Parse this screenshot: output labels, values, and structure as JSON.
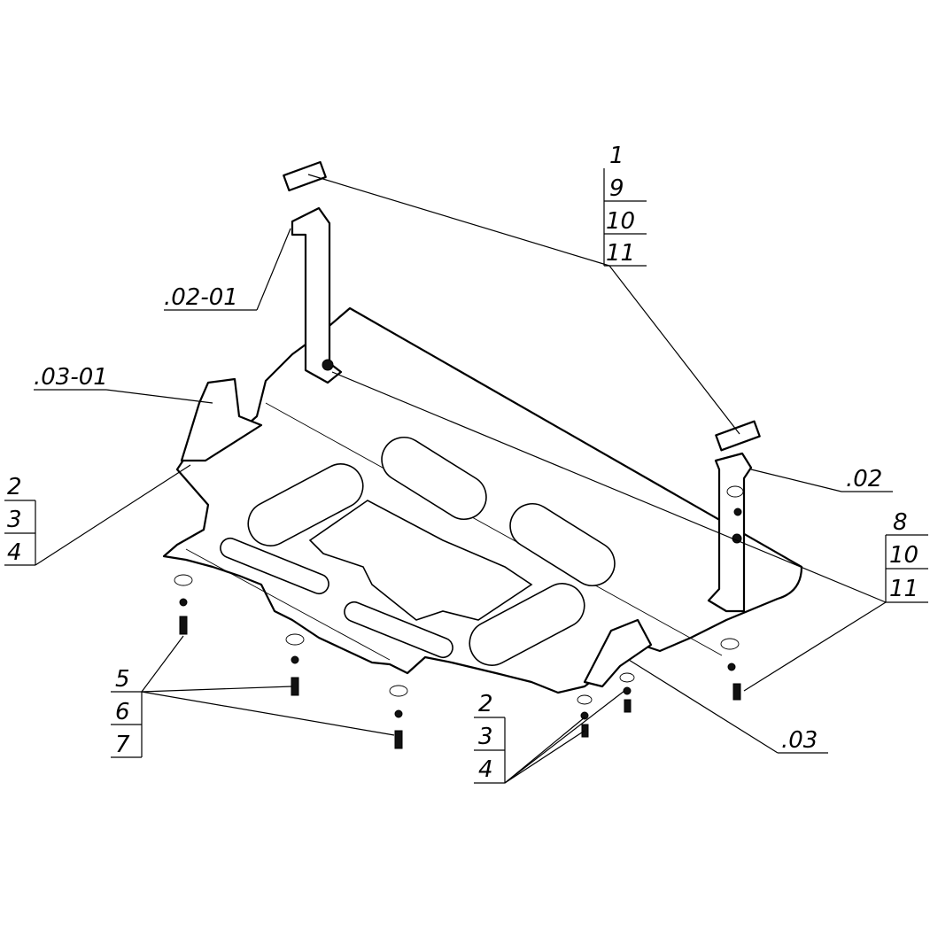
{
  "labels": {
    "top_right_stack": [
      "1",
      "9",
      "10",
      "11"
    ],
    "bracket_left": ".02-01",
    "bracket_left_lower": ".03-01",
    "bracket_right": ".02",
    "right_stack": [
      "8",
      "10",
      "11"
    ],
    "left_stack": [
      "2",
      "3",
      "4"
    ],
    "bottom_left_stack": [
      "5",
      "6",
      "7"
    ],
    "bottom_mid_stack": [
      "2",
      "3",
      "4"
    ],
    "bracket_bottom": ".03"
  }
}
